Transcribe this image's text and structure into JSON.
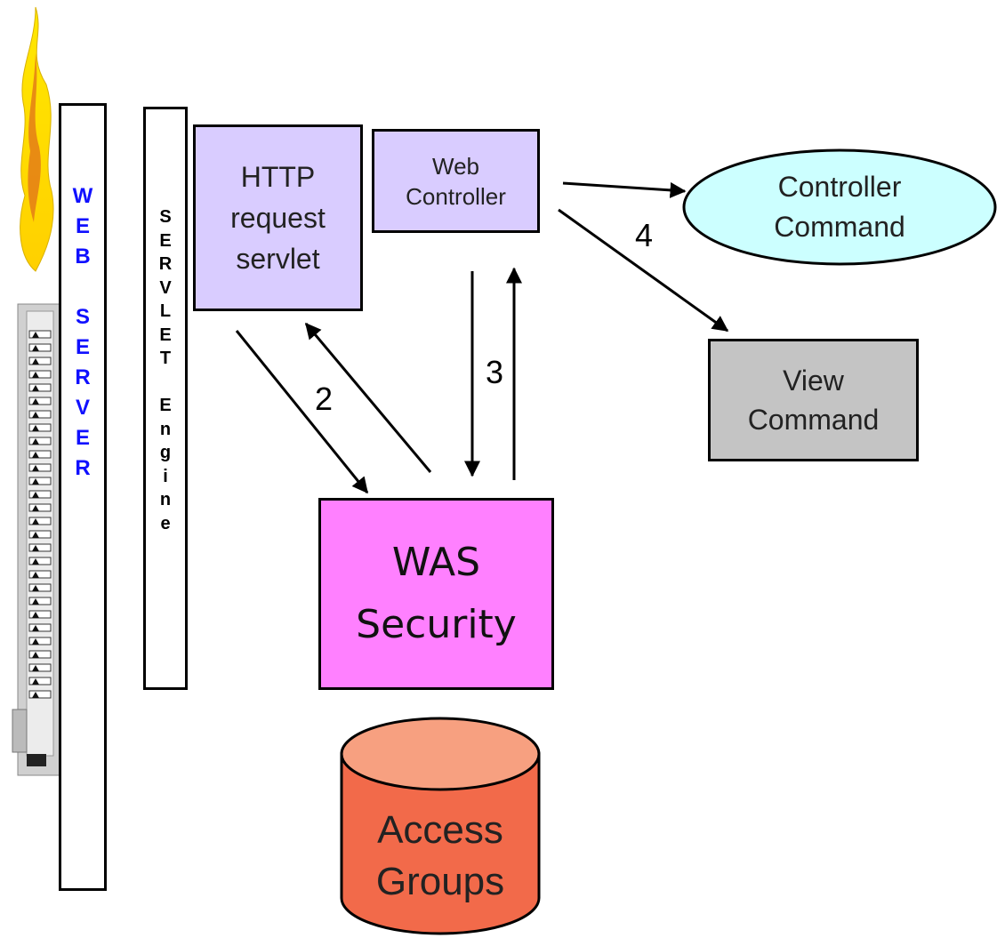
{
  "web_server": {
    "letters": [
      "W",
      "E",
      "B",
      "",
      "S",
      "E",
      "R",
      "V",
      "E",
      "R"
    ]
  },
  "servlet_engine": {
    "letters": [
      "S",
      "E",
      "R",
      "V",
      "L",
      "E",
      "T",
      "",
      "E",
      "n",
      "g",
      "i",
      "n",
      "e"
    ]
  },
  "http_request_servlet": {
    "label": "HTTP\nrequest\nservlet"
  },
  "web_controller": {
    "label": "Web\nController"
  },
  "controller_command": {
    "label": "Controller\nCommand"
  },
  "view_command": {
    "label": "View\nCommand"
  },
  "was_security": {
    "label": "WAS\nSecurity"
  },
  "access_groups": {
    "label": "Access\nGroups"
  },
  "steps": {
    "s2": "2",
    "s3": "3",
    "s4": "4"
  },
  "colors": {
    "servlet_box": "#d9ccff",
    "controller_command": "#ccffff",
    "view_command": "#c4c4c4",
    "was_security": "#ff80ff",
    "access_groups": "#f26a4a",
    "access_groups_top": "#f7a080",
    "web_server_text": "#1010ff"
  }
}
